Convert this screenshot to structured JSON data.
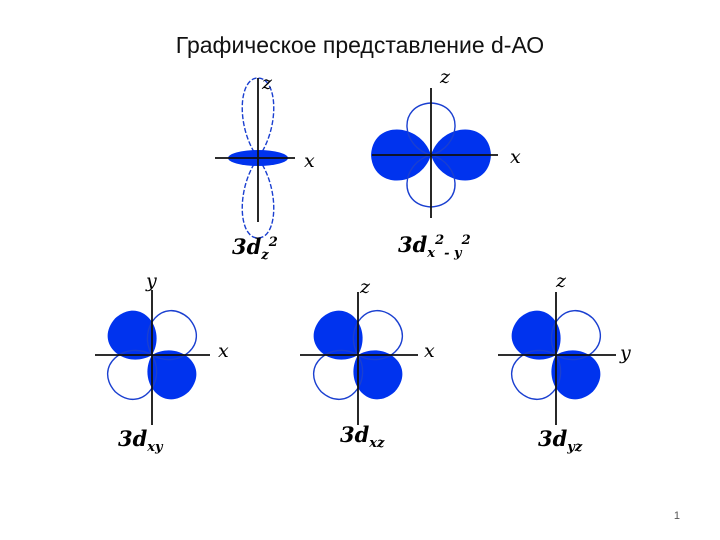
{
  "title": "Графическое представление d-АО",
  "colors": {
    "lobe_fill": "#0033ee",
    "lobe_outline": "#1a3fd0",
    "axis": "#111111"
  },
  "orbitals": {
    "dz2": {
      "axis_v": "z",
      "axis_h": "x",
      "name_main": "3d",
      "name_sub": "z",
      "name_sup": "2"
    },
    "dx2y2": {
      "axis_v": "z",
      "axis_h": "x",
      "name_main": "3d",
      "name_sub_a": "x",
      "name_sup_a": "2",
      "name_mid": "- y",
      "name_sup_b": "2"
    },
    "dxy": {
      "axis_v": "y",
      "axis_h": "x",
      "name_main": "3d",
      "name_sub": "xy"
    },
    "dxz": {
      "axis_v": "z",
      "axis_h": "x",
      "name_main": "3d",
      "name_sub": "xz"
    },
    "dyz": {
      "axis_v": "z",
      "axis_h": "y",
      "name_main": "3d",
      "name_sub": "yz"
    }
  },
  "page_number": "1"
}
